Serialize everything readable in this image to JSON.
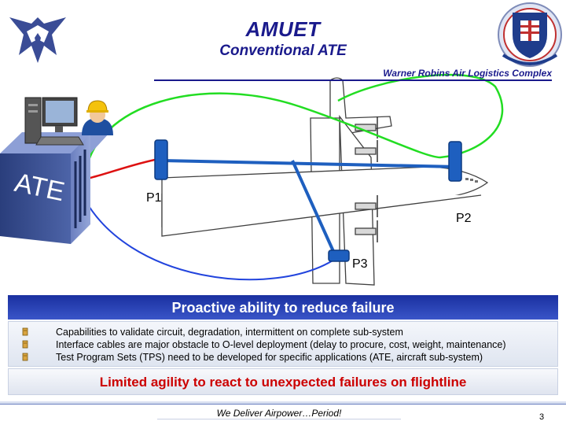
{
  "header": {
    "title": "AMUET",
    "subtitle": "Conventional ATE",
    "organization": "Warner Robins Air Logistics Complex"
  },
  "diagram": {
    "ate_label": "ATE",
    "port_labels": [
      "P1",
      "P2",
      "P3"
    ],
    "colors": {
      "red": "#dd1111",
      "green": "#22dd22",
      "blue": "#2244dd",
      "connector": "#1e5fbf"
    }
  },
  "banner": {
    "text": "Proactive ability to reduce failure"
  },
  "bullets": [
    "Capabilities to validate circuit, degradation, intermittent on complete sub-system",
    "Interface cables are major obstacle to O-level deployment (delay to procure, cost, weight, maintenance)",
    "Test Program Sets (TPS) need to be developed for specific applications (ATE, aircraft sub-system)"
  ],
  "callout": {
    "text": "Limited agility to react to unexpected failures on flightline"
  },
  "footer": {
    "motto": "We Deliver Airpower…Period!",
    "page_number": "3"
  }
}
